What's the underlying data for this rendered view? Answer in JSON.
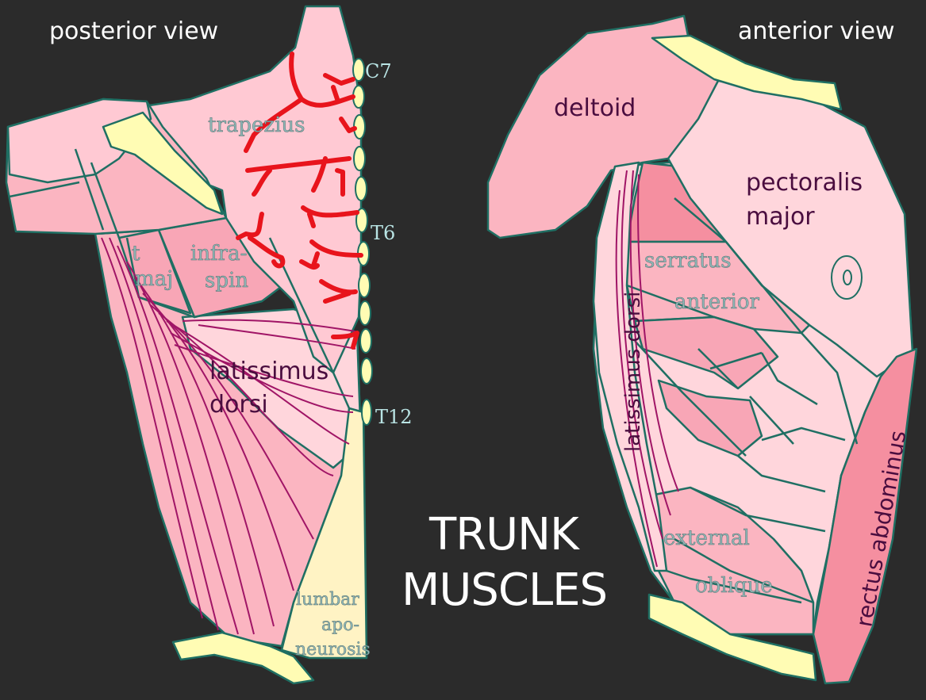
{
  "views": {
    "posterior": "posterior view",
    "anterior": "anterior view"
  },
  "title": {
    "line1": "TRUNK",
    "line2": "MUSCLES"
  },
  "posterior_labels": {
    "trapezius": "trapezius",
    "t": "t",
    "maj": "maj",
    "infra": "infra-",
    "spin": "spin",
    "latissimus": "latissimus",
    "dorsi": "dorsi",
    "lumbar": "lumbar",
    "apo": "apo-",
    "neurosis": "neurosis"
  },
  "vertebra_labels": {
    "c7": "C7",
    "t6": "T6",
    "t12": "T12"
  },
  "anterior_labels": {
    "deltoid": "deltoid",
    "pectoralis": "pectoralis",
    "major": "major",
    "serratus": "serratus",
    "anterior": "anterior",
    "latissimus_dorsi": "latissimus dorsi",
    "external": "external",
    "oblique": "oblique",
    "rectus_abdominus": "rectus abdominus"
  },
  "colors": {
    "background": "#2b2b2b",
    "muscle_light": "#ffd6dc",
    "muscle_mid": "#fbb5c1",
    "muscle_dark": "#f58fa0",
    "outline": "#1f6f63",
    "bone": "#fffcb4",
    "nerve": "#e8141c",
    "fibre": "#a01566"
  }
}
